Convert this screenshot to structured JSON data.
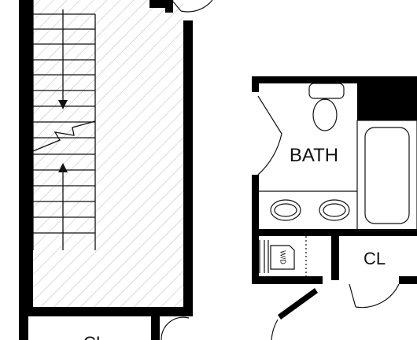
{
  "rooms": {
    "bath": "BATH",
    "closet_right": "CL",
    "closet_bottom": "CL"
  },
  "appliances": {
    "washer_dryer": "W/D"
  },
  "colors": {
    "wall": "#000000",
    "line": "#111111",
    "hatch": "#b9b9b9",
    "background": "#ffffff"
  },
  "icons": [
    "stair-down-arrow-icon",
    "stair-up-arrow-icon",
    "toilet-icon",
    "bathtub-icon",
    "sink-icon",
    "washer-dryer-icon",
    "door-swing-icon"
  ]
}
